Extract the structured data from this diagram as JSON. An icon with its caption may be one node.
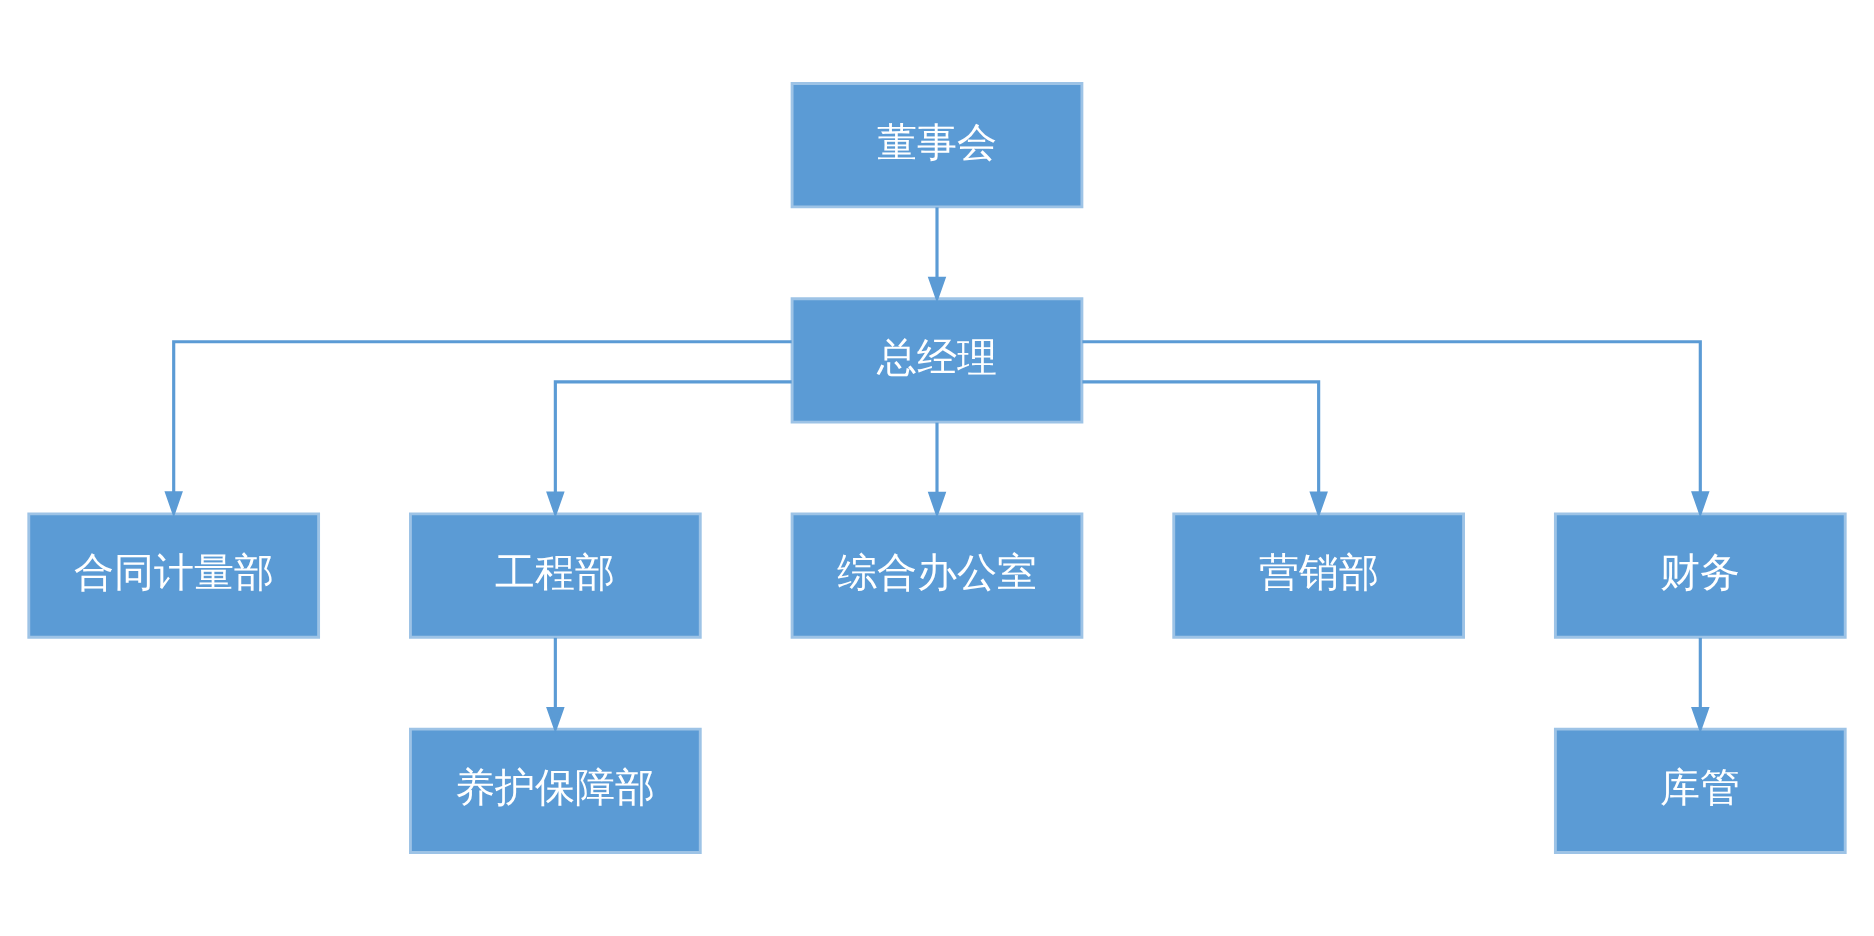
{
  "diagram": {
    "nodes": [
      {
        "text": [
          "董事会"
        ]
      },
      {
        "text": [
          "总经理"
        ]
      },
      {
        "text": [
          "合同计量部"
        ]
      },
      {
        "text": [
          "工程部"
        ]
      },
      {
        "text": [
          "综合办公室"
        ]
      },
      {
        "text": [
          "营销部"
        ]
      },
      {
        "text": [
          "财务"
        ]
      },
      {
        "text": [
          "养护保障部"
        ]
      },
      {
        "text": [
          "库管"
        ]
      }
    ],
    "edges": [
      {
        "from": 0,
        "to": 1,
        "arrow": "to"
      },
      {
        "from": 1,
        "to": 2,
        "arrow": "to"
      },
      {
        "from": 1,
        "to": 3,
        "arrow": "to"
      },
      {
        "from": 1,
        "to": 4,
        "arrow": "to"
      },
      {
        "from": 1,
        "to": 5,
        "arrow": "to"
      },
      {
        "from": 1,
        "to": 6,
        "arrow": "to"
      },
      {
        "from": 3,
        "to": 7,
        "arrow": "to"
      },
      {
        "from": 6,
        "to": 8,
        "arrow": "to"
      }
    ]
  }
}
